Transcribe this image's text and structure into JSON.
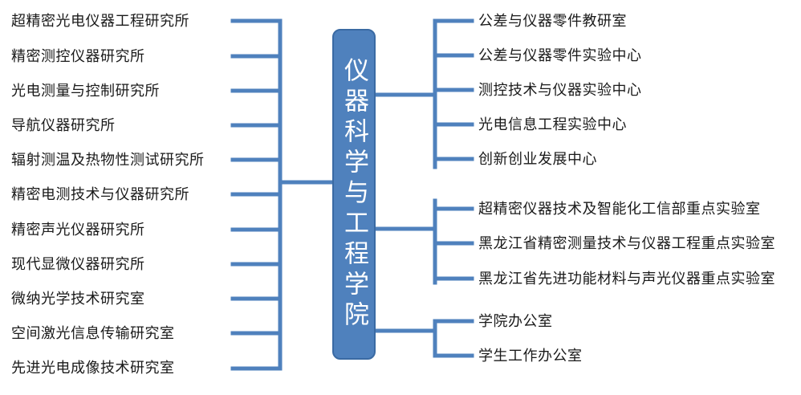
{
  "center": {
    "title": "仪器科学与工程学院"
  },
  "left_items": [
    "超精密光电仪器工程研究所",
    "精密测控仪器研究所",
    "光电测量与控制研究所",
    "导航仪器研究所",
    "辐射测温及热物性测试研究所",
    "精密电测技术与仪器研究所",
    "精密声光仪器研究所",
    "现代显微仪器研究所",
    "微纳光学技术研究室",
    "空间激光信息传输研究室",
    "先进光电成像技术研究室"
  ],
  "right_groups": [
    {
      "items": [
        "公差与仪器零件教研室",
        "公差与仪器零件实验中心",
        "测控技术与仪器实验中心",
        "光电信息工程实验中心",
        "创新创业发展中心"
      ]
    },
    {
      "items": [
        "超精密仪器技术及智能化工信部重点实验室",
        "黑龙江省精密测量技术与仪器工程重点实验室",
        "黑龙江省先进功能材料与声光仪器重点实验室"
      ]
    },
    {
      "items": [
        "学院办公室",
        "学生工作办公室"
      ]
    }
  ],
  "colors": {
    "line": "#4f81bd",
    "box": "#4f81bd",
    "text": "#1a1a1a"
  }
}
